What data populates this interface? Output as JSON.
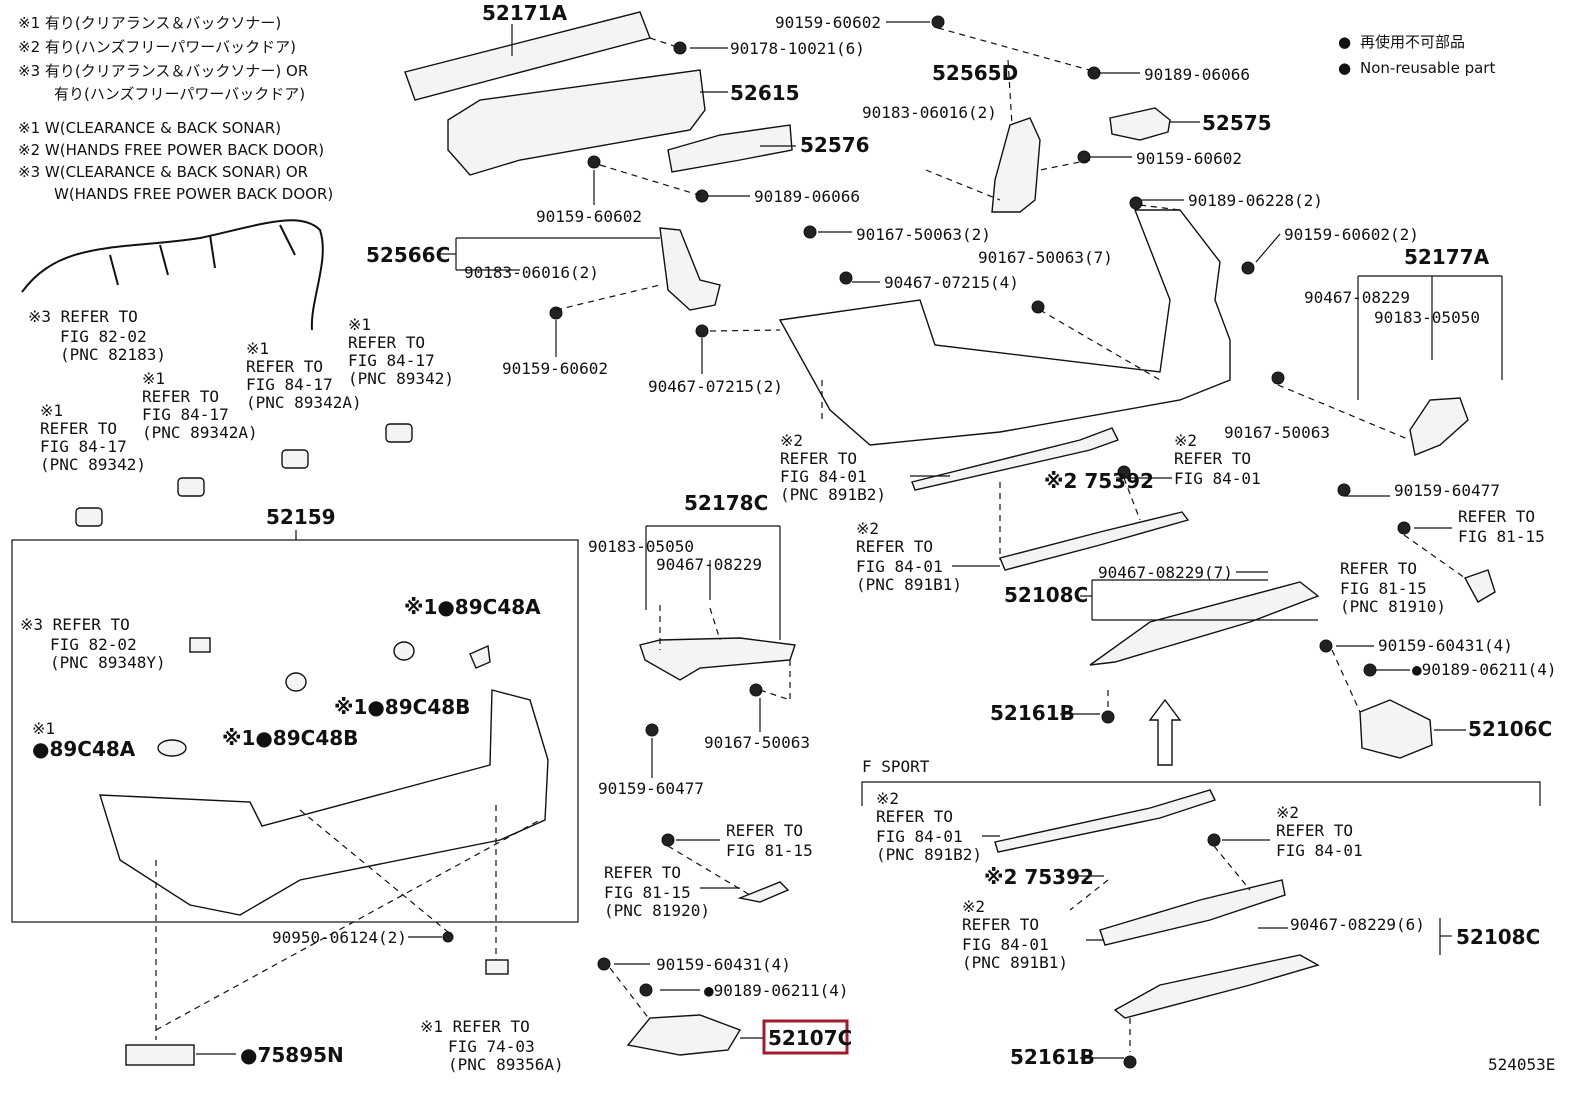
{
  "notes_ja": [
    "※1 有り(クリアランス＆バックソナー)",
    "※2 有り(ハンズフリーパワーバックドア)",
    "※3 有り(クリアランス＆バックソナー) OR",
    "有り(ハンズフリーパワーバックドア)"
  ],
  "notes_en": [
    "※1 W(CLEARANCE & BACK SONAR)",
    "※2 W(HANDS FREE POWER BACK DOOR)",
    "※3 W(CLEARANCE & BACK SONAR) OR",
    "W(HANDS FREE POWER BACK DOOR)"
  ],
  "legend": {
    "ja": "再使用不可部品",
    "en": "Non-reusable part",
    "bullet": "●"
  },
  "labels": [
    {
      "id": "l1",
      "text": "52171A",
      "big": true
    },
    {
      "id": "l2",
      "text": "90178-10021(6)"
    },
    {
      "id": "l3",
      "text": "90159-60602"
    },
    {
      "id": "l4",
      "text": "90189-06066"
    },
    {
      "id": "l5",
      "text": "52565D",
      "big": true
    },
    {
      "id": "l6",
      "text": "52615",
      "big": true
    },
    {
      "id": "l7",
      "text": "90183-06016(2)"
    },
    {
      "id": "l8",
      "text": "52575",
      "big": true
    },
    {
      "id": "l9",
      "text": "52576",
      "big": true
    },
    {
      "id": "l10",
      "text": "90159-60602"
    },
    {
      "id": "l11",
      "text": "90189-06066"
    },
    {
      "id": "l12",
      "text": "90159-60602"
    },
    {
      "id": "l13",
      "text": "90189-06228(2)"
    },
    {
      "id": "l14",
      "text": "52566C",
      "big": true
    },
    {
      "id": "l15",
      "text": "90167-50063(2)"
    },
    {
      "id": "l16",
      "text": "90159-60602(2)"
    },
    {
      "id": "l17",
      "text": "90183-06016(2)"
    },
    {
      "id": "l18",
      "text": "90167-50063(7)"
    },
    {
      "id": "l19",
      "text": "52177A",
      "big": true
    },
    {
      "id": "l20",
      "text": "90467-07215(4)"
    },
    {
      "id": "l21",
      "text": "90467-08229"
    },
    {
      "id": "l22",
      "text": "90183-05050"
    },
    {
      "id": "l23",
      "text": "90159-60602"
    },
    {
      "id": "l24",
      "text": "90467-07215(2)"
    },
    {
      "id": "l25",
      "text": "90167-50063"
    },
    {
      "id": "l26",
      "text": "90159-60477"
    },
    {
      "id": "l27",
      "text": "52159",
      "big": true
    },
    {
      "id": "l28",
      "text": "52178C",
      "big": true
    },
    {
      "id": "l29",
      "text": "90183-05050"
    },
    {
      "id": "l30",
      "text": "90467-08229"
    },
    {
      "id": "l31",
      "text": "90467-08229(7)"
    },
    {
      "id": "l32",
      "text": "52108C",
      "big": true
    },
    {
      "id": "l33",
      "text": "90159-60431(4)"
    },
    {
      "id": "l34",
      "text": "●90189-06211(4)"
    },
    {
      "id": "l35",
      "text": "52161B",
      "big": true
    },
    {
      "id": "l36",
      "text": "52106C",
      "big": true
    },
    {
      "id": "l37",
      "text": "90167-50063"
    },
    {
      "id": "l38",
      "text": "90159-60477"
    },
    {
      "id": "l39",
      "text": "※1●89C48A",
      "big": true
    },
    {
      "id": "l40",
      "text": "※1●89C48B",
      "big": true
    },
    {
      "id": "l41",
      "text": "※1●89C48B",
      "big": true
    },
    {
      "id": "l42",
      "text": "●89C48A",
      "big": true
    },
    {
      "id": "l43",
      "text": "90950-06124(2)"
    },
    {
      "id": "l44",
      "text": "●75895N",
      "big": true
    },
    {
      "id": "l45",
      "text": "90159-60431(4)"
    },
    {
      "id": "l46",
      "text": "●90189-06211(4)"
    },
    {
      "id": "l47",
      "text": "52107C",
      "big": true
    },
    {
      "id": "l48",
      "text": "※2 75392"
    },
    {
      "id": "l49",
      "text": "※2 75392"
    },
    {
      "id": "l50",
      "text": "90467-08229(6)"
    },
    {
      "id": "l51",
      "text": "52108C",
      "big": true
    },
    {
      "id": "l52",
      "text": "52161B",
      "big": true
    },
    {
      "id": "l53",
      "text": "F SPORT"
    },
    {
      "id": "l54",
      "text": "524053E"
    },
    {
      "id": "l55",
      "text": "※1"
    }
  ],
  "refs": [
    {
      "id": "r1",
      "lines": [
        "※3 REFER TO",
        "FIG 82-02",
        "(PNC 82183)"
      ]
    },
    {
      "id": "r2",
      "lines": [
        "※1",
        "REFER TO",
        "FIG 84-17",
        "(PNC 89342)"
      ]
    },
    {
      "id": "r3",
      "lines": [
        "※1",
        "REFER TO",
        "FIG 84-17",
        "(PNC 89342A)"
      ]
    },
    {
      "id": "r4",
      "lines": [
        "※1",
        "REFER TO",
        "FIG 84-17",
        "(PNC 89342A)"
      ]
    },
    {
      "id": "r5",
      "lines": [
        "※1",
        "REFER TO",
        "FIG 84-17",
        "(PNC 89342)"
      ]
    },
    {
      "id": "r6",
      "lines": [
        "※2",
        "REFER TO",
        "FIG 84-01",
        "(PNC 891B2)"
      ]
    },
    {
      "id": "r7",
      "lines": [
        "※2",
        "REFER TO",
        "FIG 84-01"
      ]
    },
    {
      "id": "r8",
      "lines": [
        "※2",
        "REFER TO",
        "FIG 84-01",
        "(PNC 891B1)"
      ]
    },
    {
      "id": "r9",
      "lines": [
        "REFER TO",
        "FIG 81-15"
      ]
    },
    {
      "id": "r10",
      "lines": [
        "REFER TO",
        "FIG 81-15",
        "(PNC 81910)"
      ]
    },
    {
      "id": "r11",
      "lines": [
        "※3 REFER TO",
        "FIG 82-02",
        "(PNC 89348Y)"
      ]
    },
    {
      "id": "r12",
      "lines": [
        "REFER TO",
        "FIG 81-15"
      ]
    },
    {
      "id": "r13",
      "lines": [
        "REFER TO",
        "FIG 81-15",
        "(PNC 81920)"
      ]
    },
    {
      "id": "r14",
      "lines": [
        "※1 REFER TO",
        "FIG 74-03",
        "(PNC 89356A)"
      ]
    },
    {
      "id": "r15",
      "lines": [
        "※2",
        "REFER TO",
        "FIG 84-01",
        "(PNC 891B2)"
      ]
    },
    {
      "id": "r16",
      "lines": [
        "※2",
        "REFER TO",
        "FIG 84-01"
      ]
    },
    {
      "id": "r17",
      "lines": [
        "※2",
        "REFER TO",
        "FIG 84-01",
        "(PNC 891B1)"
      ]
    }
  ],
  "highlight_part": "52107C",
  "colors": {
    "line": "#111111",
    "highlight": "#a01c2c",
    "background": "#ffffff"
  }
}
